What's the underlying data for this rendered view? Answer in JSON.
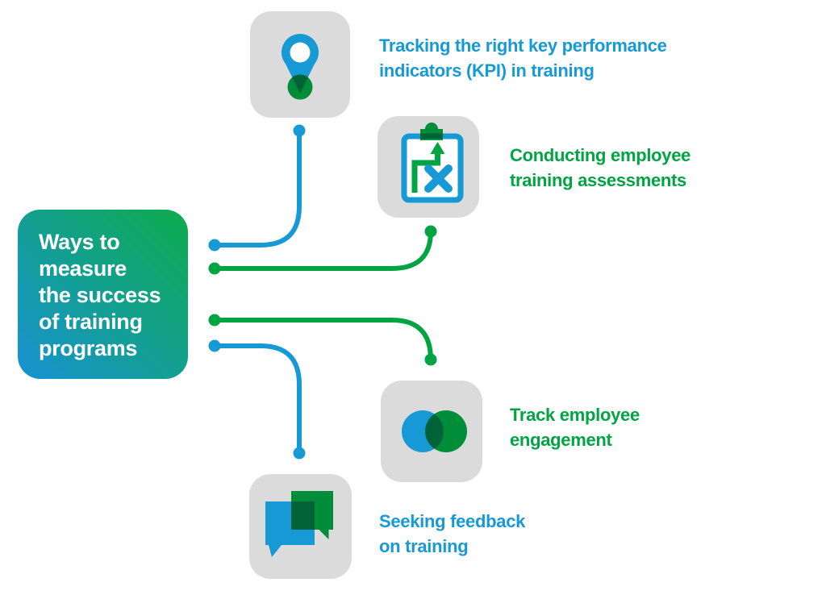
{
  "title_box": {
    "text": "Ways to measure the success of training programs",
    "lines": [
      "Ways to",
      "measure",
      "the success",
      "of training",
      "programs"
    ]
  },
  "branches": [
    {
      "id": "kpi",
      "label": "Tracking the right key performance indicators (KPI) in training",
      "lines": [
        "Tracking the right key performance",
        "indicators (KPI) in training"
      ],
      "color": "#1799d6",
      "icon": "location-pin-icon"
    },
    {
      "id": "assessments",
      "label": "Conducting employee training assessments",
      "lines": [
        "Conducting employee",
        "training assessments"
      ],
      "color": "#00a442",
      "icon": "clipboard-strategy-icon"
    },
    {
      "id": "engagement",
      "label": "Track employee engagement",
      "lines": [
        "Track employee",
        "engagement"
      ],
      "color": "#00a442",
      "icon": "venn-diagram-icon"
    },
    {
      "id": "feedback",
      "label": "Seeking feedback on training",
      "lines": [
        "Seeking feedback",
        "on training"
      ],
      "color": "#1799d6",
      "icon": "chat-bubbles-icon"
    }
  ],
  "colors": {
    "blue": "#1799d6",
    "green": "#00a442",
    "tile_gray": "#dbdbdb",
    "box_gradient_start": "#0eac4d",
    "box_gradient_end": "#1792d3",
    "text_white": "#ffffff"
  }
}
